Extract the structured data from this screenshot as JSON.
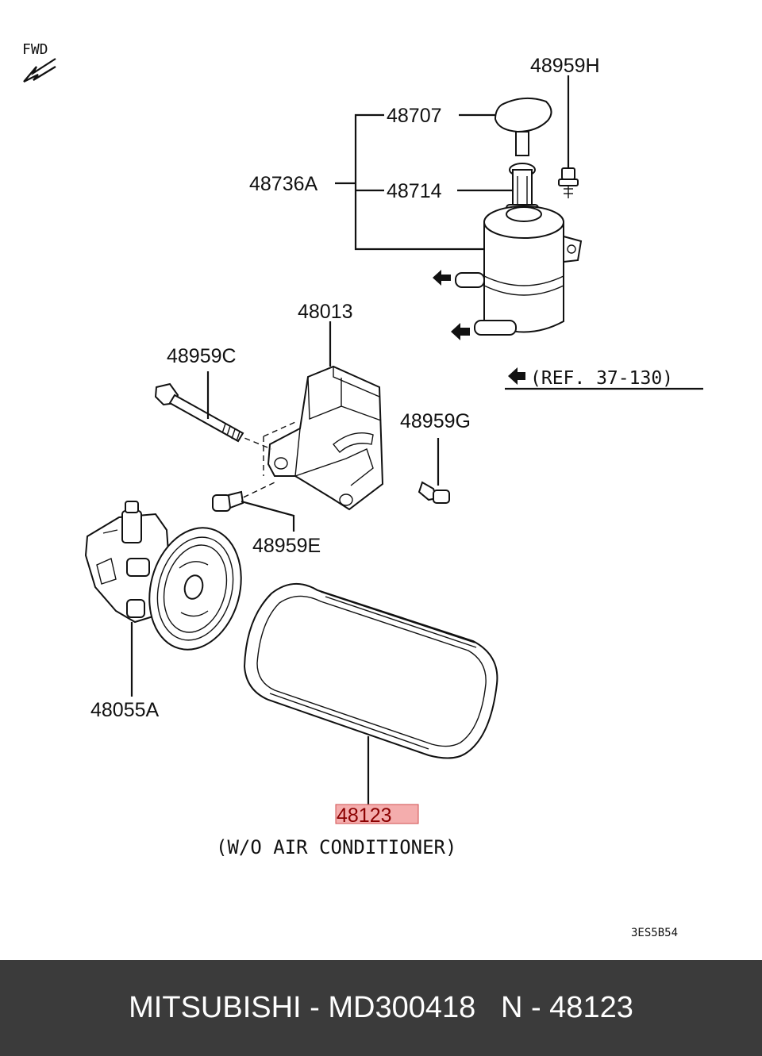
{
  "diagram": {
    "direction_label": "FWD",
    "ref_label": "(REF. 37-130)",
    "condition_note": "(W/O AIR CONDITIONER)",
    "drawing_code": "3ES5B54",
    "highlight_color": "#f08a8a",
    "callouts": {
      "cap": "48707",
      "filter": "48714",
      "reservoir_assy": "48736A",
      "reservoir_bolt": "48959H",
      "bracket": "48013",
      "long_bolt": "48959C",
      "bolt_g": "48959G",
      "bolt_e": "48959E",
      "pump": "48055A",
      "belt": "48123"
    }
  },
  "footer": {
    "text": "MITSUBISHI - MD300418   N - 48123"
  }
}
